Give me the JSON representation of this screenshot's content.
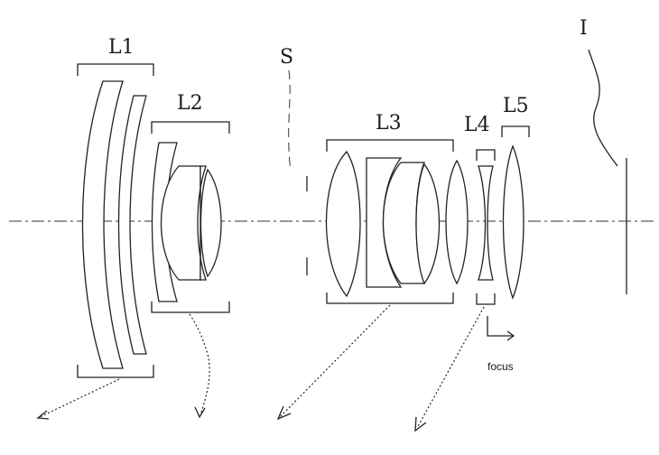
{
  "labels": {
    "group1": "L1",
    "group2": "L2",
    "group3": "L3",
    "group4": "L4",
    "group5": "L5",
    "stop": "S",
    "image": "I",
    "focus": "focus"
  },
  "colors": {
    "ink": "#222222",
    "background": "#ffffff"
  }
}
